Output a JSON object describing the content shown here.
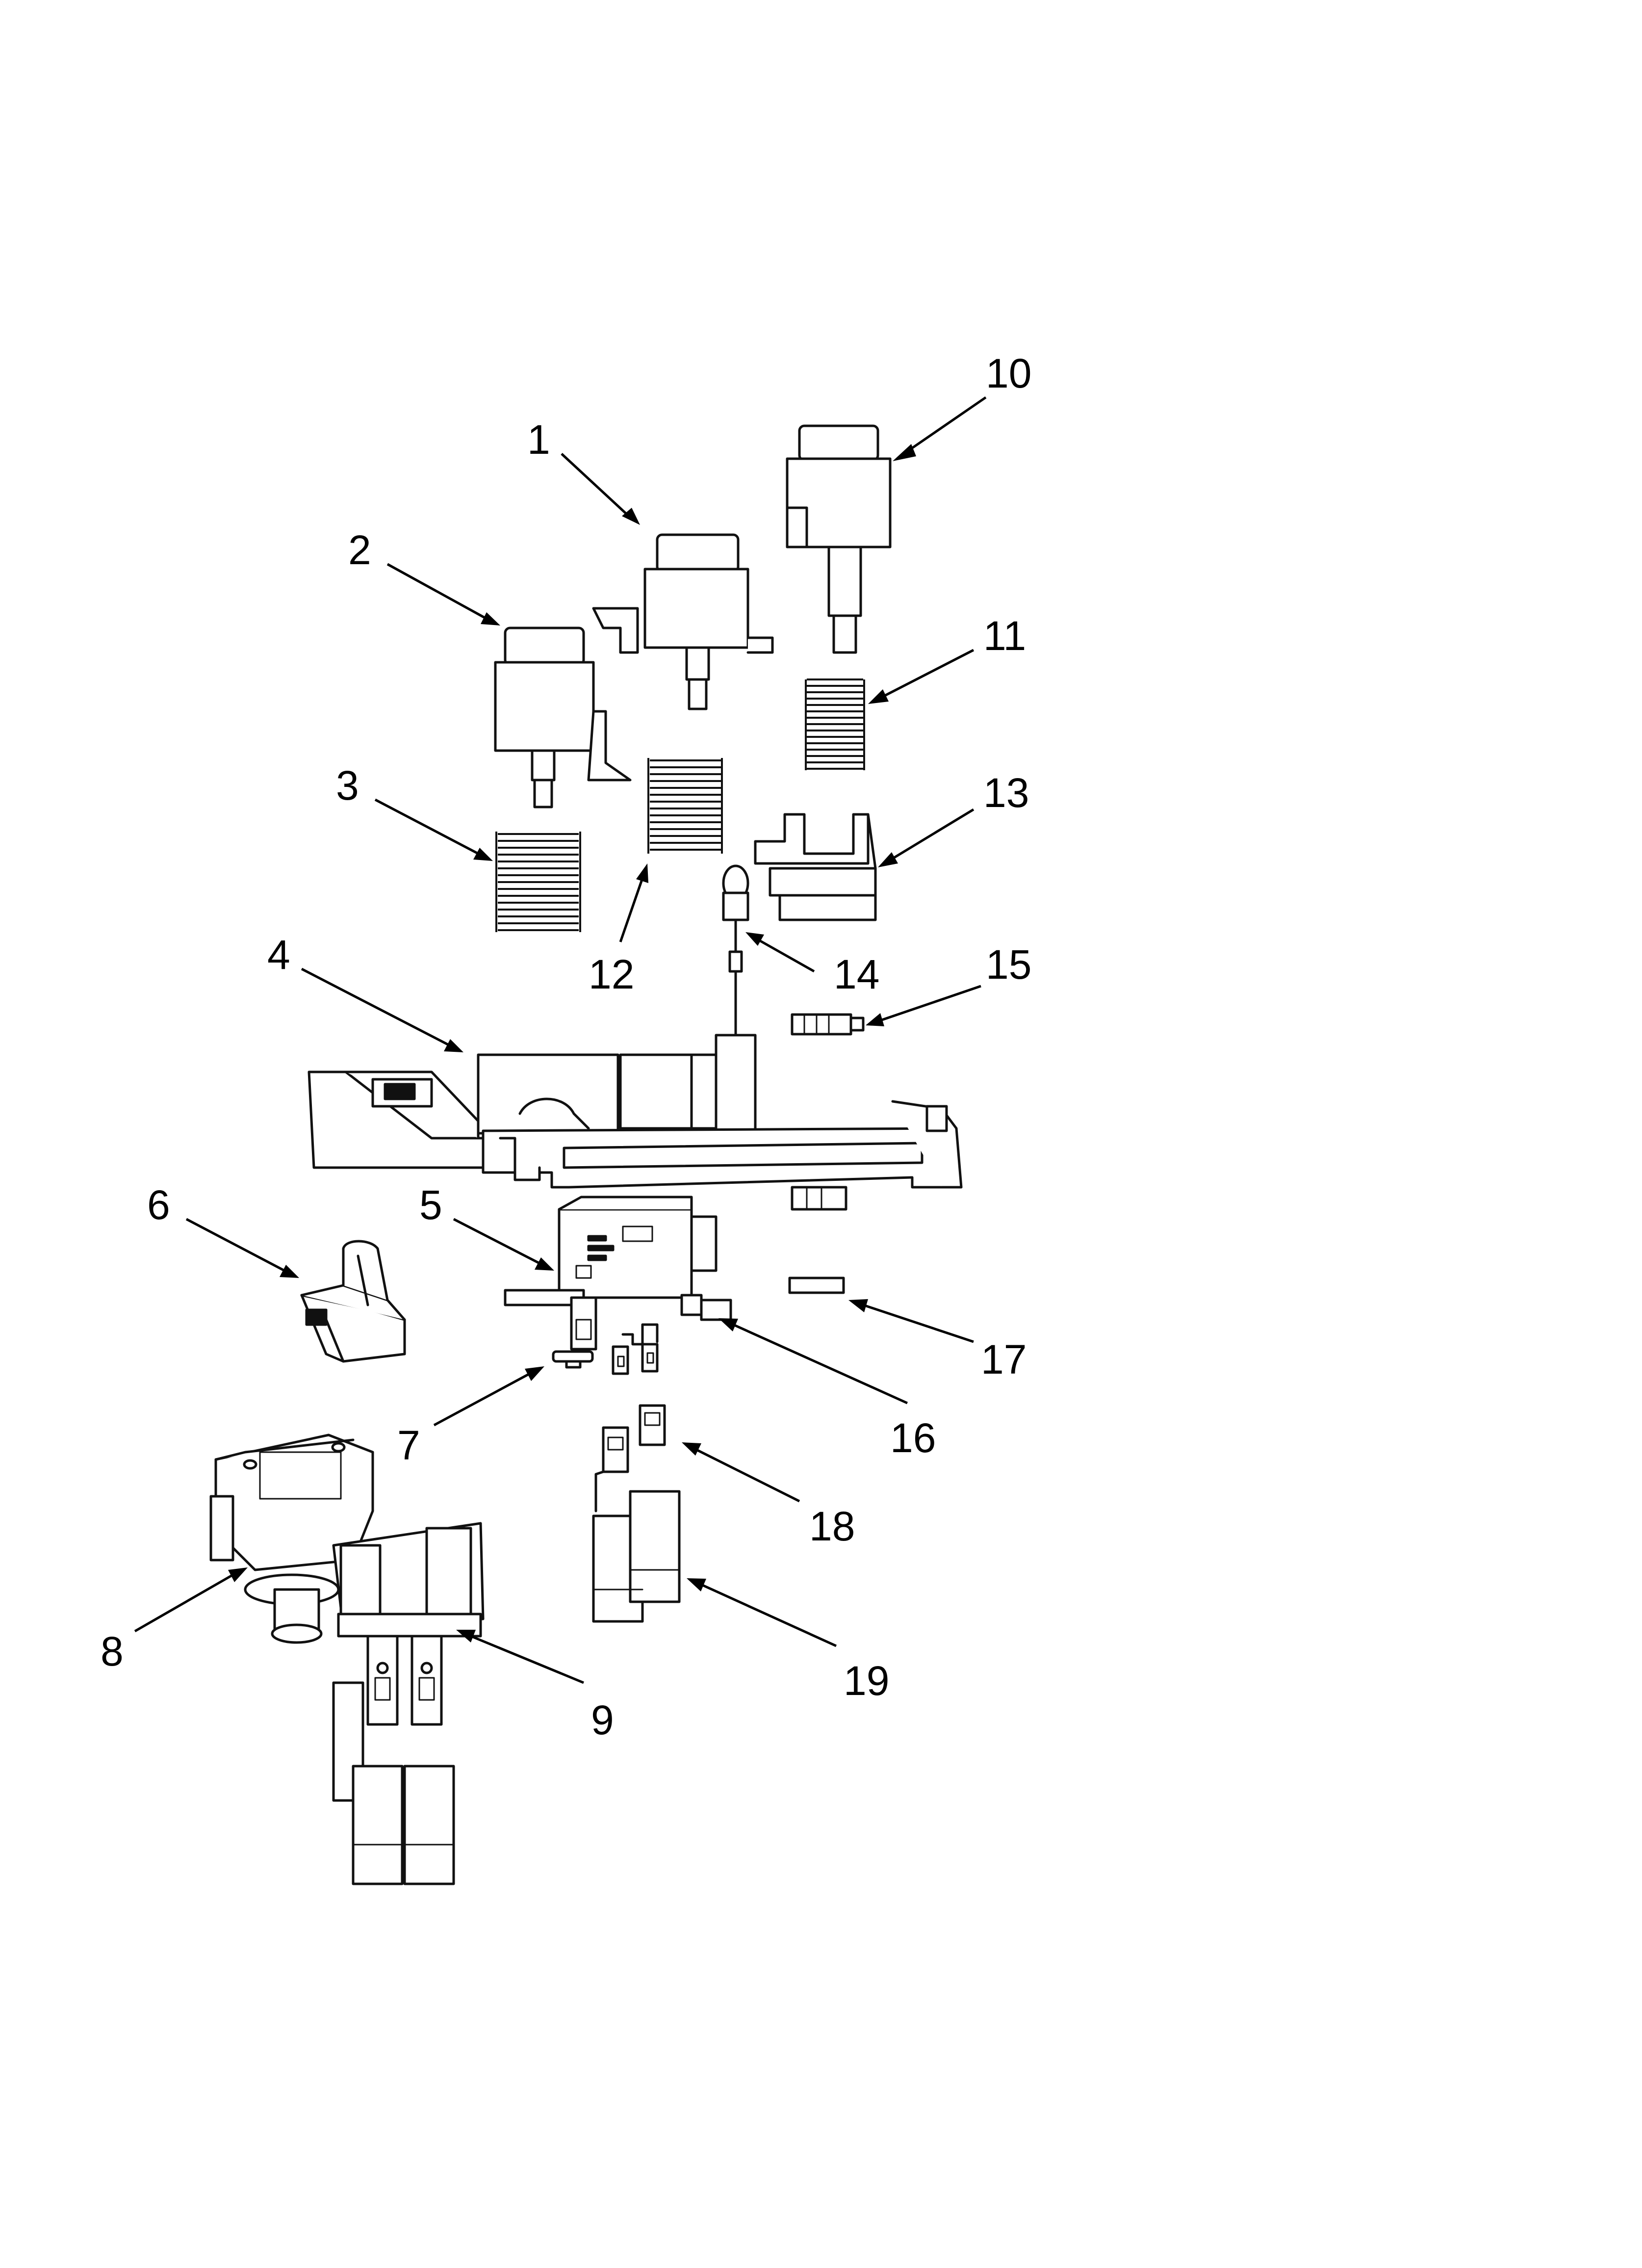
{
  "diagram": {
    "type": "exploded parts diagram",
    "callouts": [
      {
        "id": "1",
        "label": "1"
      },
      {
        "id": "2",
        "label": "2"
      },
      {
        "id": "3",
        "label": "3"
      },
      {
        "id": "4",
        "label": "4"
      },
      {
        "id": "5",
        "label": "5"
      },
      {
        "id": "6",
        "label": "6"
      },
      {
        "id": "7",
        "label": "7"
      },
      {
        "id": "8",
        "label": "8"
      },
      {
        "id": "9",
        "label": "9"
      },
      {
        "id": "10",
        "label": "10"
      },
      {
        "id": "11",
        "label": "11"
      },
      {
        "id": "12",
        "label": "12"
      },
      {
        "id": "13",
        "label": "13"
      },
      {
        "id": "14",
        "label": "14"
      },
      {
        "id": "15",
        "label": "15"
      },
      {
        "id": "16",
        "label": "16"
      },
      {
        "id": "17",
        "label": "17"
      },
      {
        "id": "18",
        "label": "18"
      },
      {
        "id": "19",
        "label": "19"
      }
    ]
  }
}
